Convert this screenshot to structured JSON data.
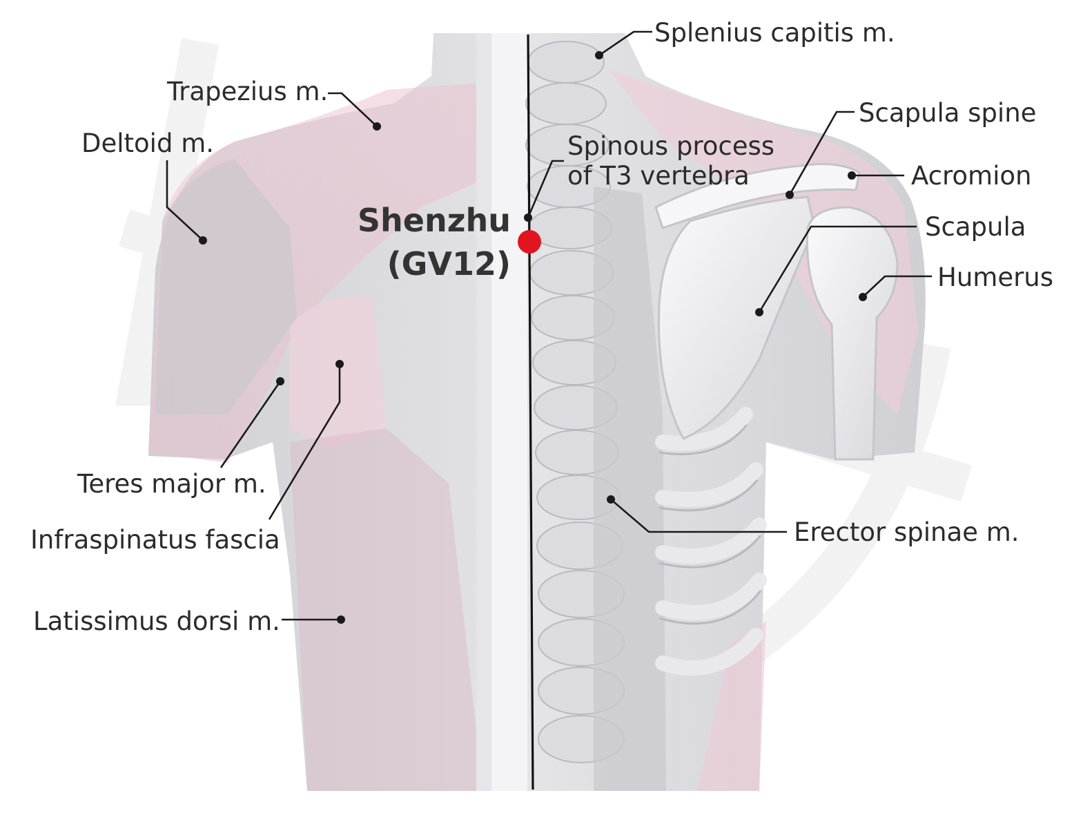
{
  "acupoint": {
    "name": "Shenzhu",
    "code": "(GV12)",
    "color": "#e0151f"
  },
  "labels": {
    "splenius": "Splenius capitis m.",
    "trapezius": "Trapezius m.",
    "deltoid": "Deltoid m.",
    "spinous_1": "Spinous process",
    "spinous_2": "of T3 vertebra",
    "scapula_spine": "Scapula spine",
    "acromion": "Acromion",
    "scapula": "Scapula",
    "humerus": "Humerus",
    "teres_major": "Teres major m.",
    "infraspinatus": "Infraspinatus fascia",
    "erector": "Erector spinae m.",
    "latissimus": "Latissimus dorsi m."
  },
  "colors": {
    "muscle_pink": "#ecc6d2",
    "body_grey": "#d4d4d8",
    "bone_white": "#f1f1f3",
    "line": "#1a1a1a"
  }
}
